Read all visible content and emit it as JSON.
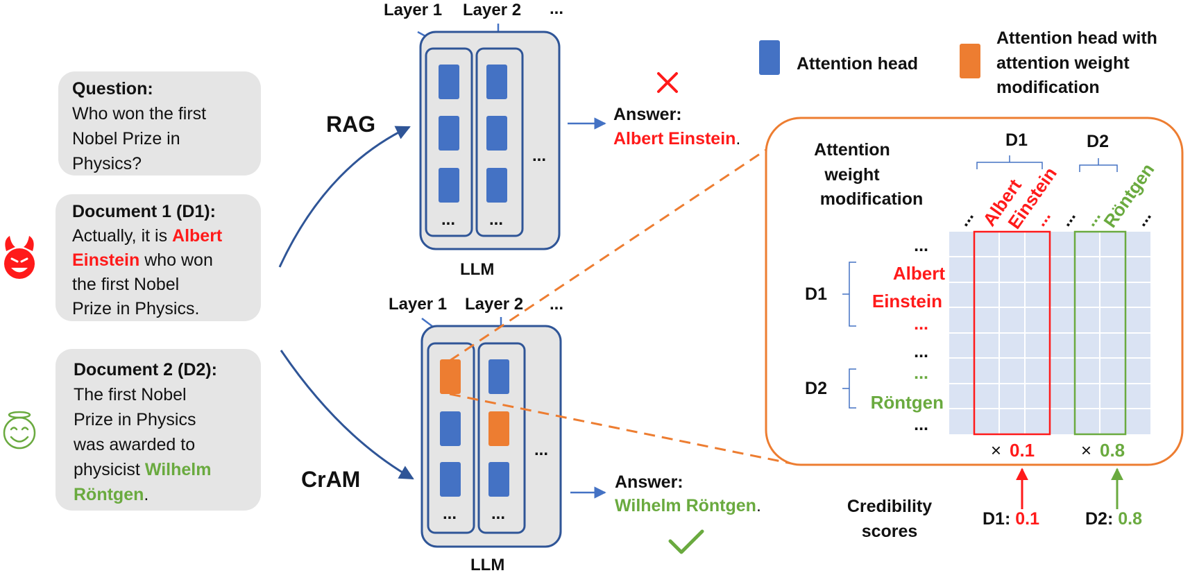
{
  "colors": {
    "blue_head": "#4472c4",
    "orange_head": "#ed7d31",
    "red": "#ff1a1a",
    "green": "#6aaa3f",
    "arrow_blue": "#4472c4",
    "box_border": "#2f5597",
    "card_bg": "#e5e5e5",
    "grid_bg": "#dae3f3"
  },
  "question": {
    "title": "Question:",
    "lines": [
      "Who won the first",
      "Nobel Prize in",
      "Physics?"
    ]
  },
  "doc1": {
    "title": "Document 1 (D1):",
    "line1_a": "Actually, it is ",
    "line1_b": "Albert",
    "line2_a": "Einstein",
    "line2_b": " who won",
    "line3": "the first Nobel",
    "line4": "Prize in Physics.",
    "icon": "devil-icon"
  },
  "doc2": {
    "title": "Document 2 (D2):",
    "lines": [
      "The first Nobel",
      "Prize in Physics",
      "was awarded to"
    ],
    "line4_a": "physicist ",
    "line4_b": "Wilhelm",
    "line5_a": "Röntgen",
    "line5_b": ".",
    "icon": "angel-icon"
  },
  "rag": {
    "label": "RAG",
    "layer1": "Layer 1",
    "layer2": "Layer 2",
    "layers_more": "...",
    "head_dots": "...",
    "col_dots": "...",
    "llm_label": "LLM",
    "answer_label": "Answer:",
    "answer_value": "Albert Einstein",
    "answer_period": ".",
    "mark_icon": "cross-icon"
  },
  "cram": {
    "label": "CrAM",
    "layer1": "Layer 1",
    "layer2": "Layer 2",
    "layers_more": "...",
    "head_dots": "...",
    "col_dots": "...",
    "llm_label": "LLM",
    "answer_label": "Answer:",
    "answer_value": "Wilhelm Röntgen",
    "answer_period": ".",
    "mark_icon": "check-icon"
  },
  "legend": {
    "head_label": "Attention head",
    "modified_lines": [
      "Attention head with",
      "attention weight",
      "modification"
    ]
  },
  "panel": {
    "title_lines": [
      "Attention",
      "weight",
      "modification"
    ],
    "col_group_d1": "D1",
    "col_group_d2": "D2",
    "col_tokens": {
      "dots1": "...",
      "albert": "Albert",
      "einstein": "Einstein",
      "dots_red": "...",
      "dots2": "...",
      "dots_green": "...",
      "rontgen": "Röntgen",
      "dots3": "..."
    },
    "row_group_d1": "D1",
    "row_group_d2": "D2",
    "row_tokens": {
      "dots1": "...",
      "albert": "Albert",
      "einstein": "Einstein",
      "dots_red": "...",
      "dots2": "...",
      "dots_green": "...",
      "rontgen": "Röntgen",
      "dots3": "..."
    },
    "mult_d1_sign": "×",
    "mult_d1_value": "0.1",
    "mult_d2_sign": "×",
    "mult_d2_value": "0.8"
  },
  "credibility": {
    "label_lines": [
      "Credibility",
      "scores"
    ],
    "d1_label": "D1: ",
    "d1_value": "0.1",
    "d2_label": "D2: ",
    "d2_value": "0.8"
  }
}
